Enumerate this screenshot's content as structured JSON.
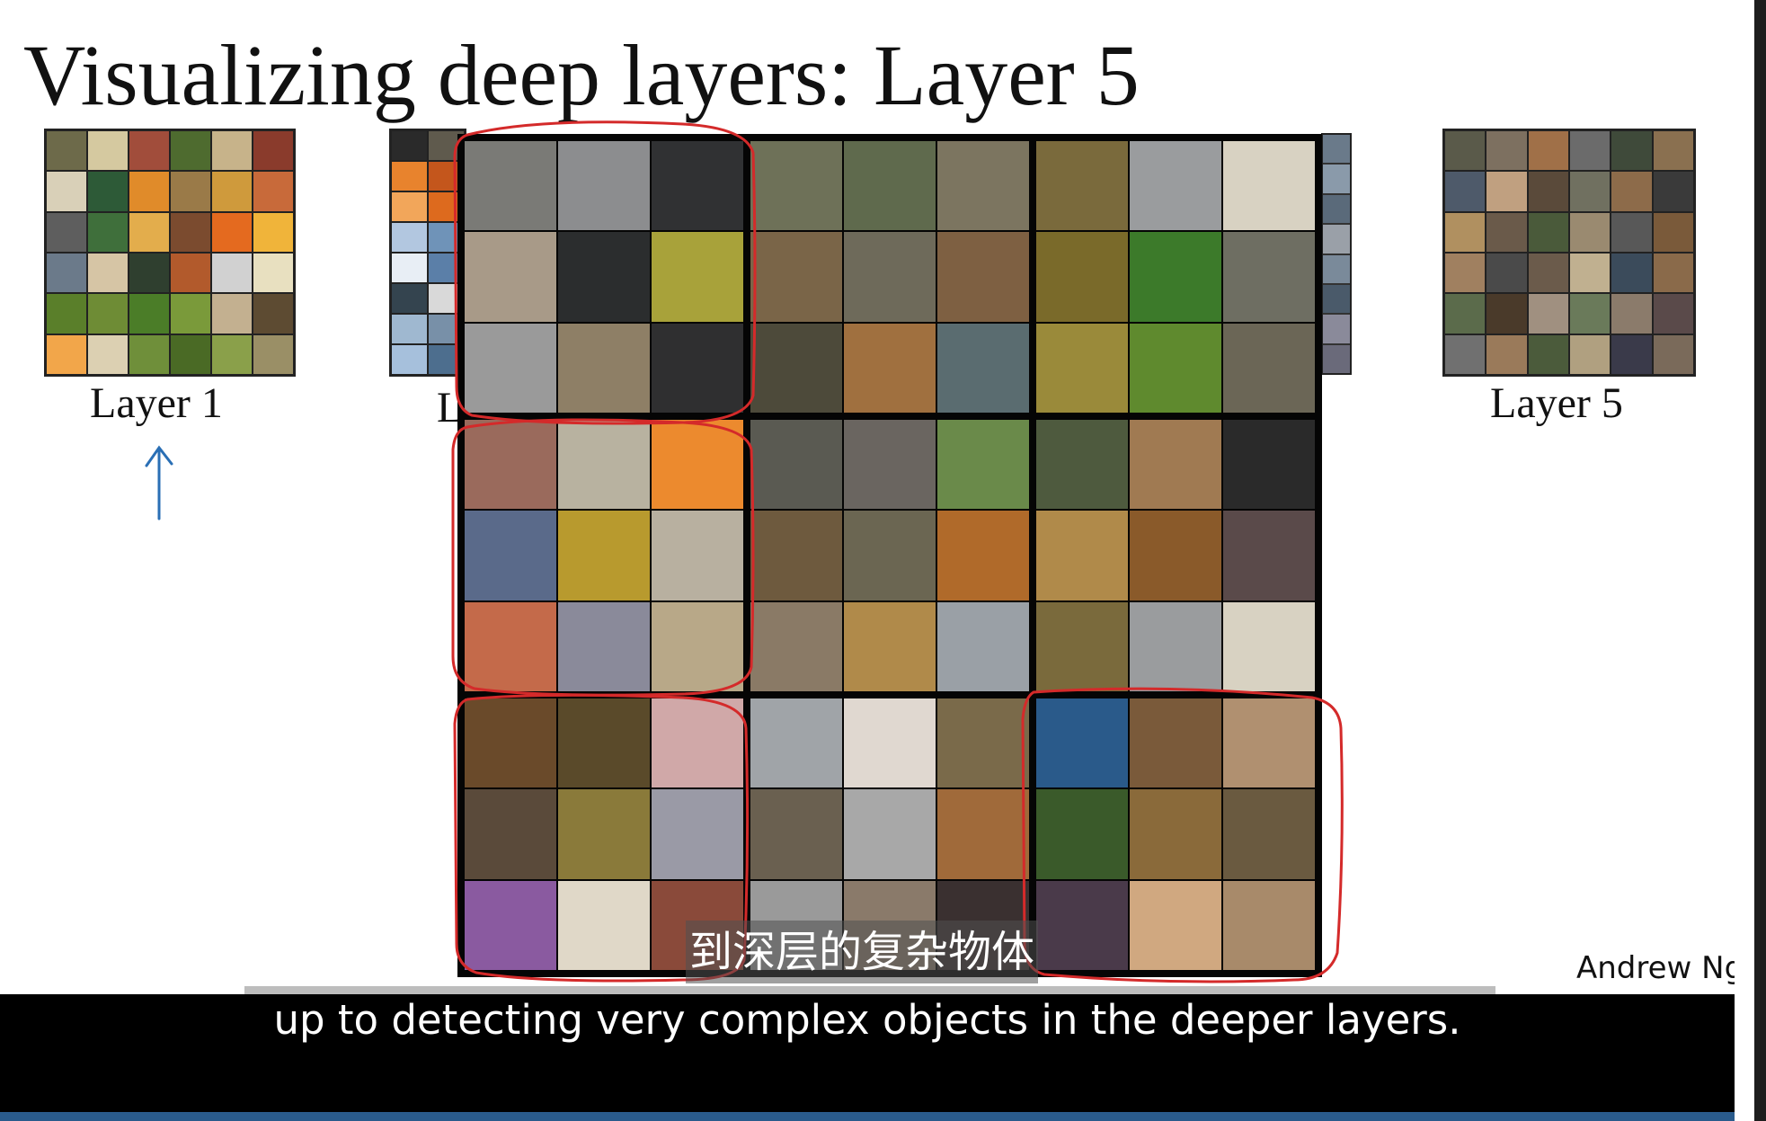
{
  "slide": {
    "title": "Visualizing deep layers: Layer 5",
    "layer1_label": "Layer 1",
    "layer2_stub": "L",
    "layer5_label": "Layer 5",
    "author": "Andrew Ng"
  },
  "captions": {
    "chinese": "到深层的复杂物体",
    "english": "up to detecting very complex objects in the deeper layers."
  },
  "annotations": {
    "pen_color": "#d42a2a",
    "arrow_color": "#2a6fb5"
  },
  "colors": {
    "layer1": [
      "#6d6a4a",
      "#d5c9a0",
      "#a14d3b",
      "#4e6b2f",
      "#c7b38a",
      "#8a3b2c",
      "#d9d0b8",
      "#2d5a37",
      "#e08b2a",
      "#9a7a48",
      "#cf9a3c",
      "#c86a3a",
      "#5e5e5e",
      "#3f6f3b",
      "#e3ad4c",
      "#7b4b2f",
      "#e46a1f",
      "#f0b43a",
      "#6b7a8a",
      "#d6c5a5",
      "#2f3f2f",
      "#b25a2c",
      "#d1d1d1",
      "#e8e0c0",
      "#5a7f2a",
      "#6e8c35",
      "#4b7d28",
      "#7a9a3a",
      "#c3b090",
      "#5d4b32",
      "#f2a64a",
      "#dcd0b2",
      "#6f8f3a",
      "#4a6a25",
      "#8aa04a",
      "#9a8f66"
    ],
    "layer2": [
      "#2a2a2a",
      "#5f5a4d",
      "#e8832d",
      "#c4561c",
      "#f2a65a",
      "#dd6a1e",
      "#b2c7e0",
      "#6f93b8",
      "#e8eef5",
      "#5b7fa8",
      "#34444f",
      "#d9d9d9",
      "#9fb8d0",
      "#7890a8",
      "#a6c0dc",
      "#4d6e8e"
    ],
    "layer5": [
      "#5a5a4a",
      "#7d7060",
      "#a07048",
      "#6b6b6b",
      "#3f4a3a",
      "#8a7050",
      "#4e5a6a",
      "#c0a080",
      "#5a4a3a",
      "#707060",
      "#8d6b4a",
      "#3a3a3a",
      "#b09060",
      "#6a5a4a",
      "#4a5a3a",
      "#9a8a70",
      "#585858",
      "#7a5a3a",
      "#a08060",
      "#4a4a4a",
      "#6b5b4b",
      "#c0b090",
      "#3b4b5b",
      "#8a6a4a",
      "#5b6b4b",
      "#4a3a2a",
      "#a09080",
      "#6a7a5a",
      "#8b7b6b",
      "#5a4a4a",
      "#707070",
      "#9a7a5a",
      "#4b5b3b",
      "#b0a080",
      "#3a3a4a",
      "#7a6a5a"
    ],
    "strip": [
      "#6a7a8a",
      "#8a9aaa",
      "#5a6a7a",
      "#9aa0a8",
      "#7a8a9a",
      "#4a5a6a",
      "#8a8a9a",
      "#6a6a7a"
    ],
    "blocks": [
      [
        "#7a7a76",
        "#8c8d8f",
        "#303133",
        "#a89a88",
        "#2b2d2e",
        "#a8a23a",
        "#9a9a9a",
        "#8e7f66",
        "#2f2f30"
      ],
      [
        "#6e7158",
        "#5f6a4d",
        "#7c7560",
        "#7a6548",
        "#6e6a5a",
        "#7e6042",
        "#4d4a3a",
        "#a0703f",
        "#5a6c70"
      ],
      [
        "#7a6a3c",
        "#9a9c9e",
        "#d8d2c2",
        "#7a6a2a",
        "#3c7a2a",
        "#6e6e62",
        "#9a8a3a",
        "#5f8a2e",
        "#6b6656"
      ],
      [
        "#9a6a5c",
        "#b8b2a0",
        "#ec8a2e",
        "#5a6a8a",
        "#b89a2e",
        "#b8b0a0",
        "#c46a4a",
        "#8a8a9a",
        "#b8a888"
      ],
      [
        "#5a5a52",
        "#6a6560",
        "#6a8a4a",
        "#6e5a3e",
        "#6b6652",
        "#b06a2a",
        "#8a7a66",
        "#b08a4a",
        "#9aa0a6"
      ],
      [
        "#4e5a3e",
        "#a07a52",
        "#2a2a2a",
        "#b08a4a",
        "#8a5a2a",
        "#5a4a4a",
        "#7a6a3c",
        "#9a9c9e",
        "#d8d2c2"
      ],
      [
        "#6a4a2a",
        "#5a4a2a",
        "#d0a8a8",
        "#5a4a3a",
        "#8a7a3a",
        "#9a9aa6",
        "#8a5aa0",
        "#e0d8c8",
        "#8a4a3a"
      ],
      [
        "#a0a4a8",
        "#e0d8d0",
        "#7a6a4a",
        "#6a6050",
        "#a8a8a8",
        "#a06a3a",
        "#9a9a9a",
        "#8a7a6a",
        "#3a3030"
      ],
      [
        "#2a5a8a",
        "#7a5a3a",
        "#b09070",
        "#3a5a2a",
        "#8a6a3a",
        "#6a5a40",
        "#4a3a4a",
        "#d0a880",
        "#a88a6a"
      ]
    ]
  }
}
